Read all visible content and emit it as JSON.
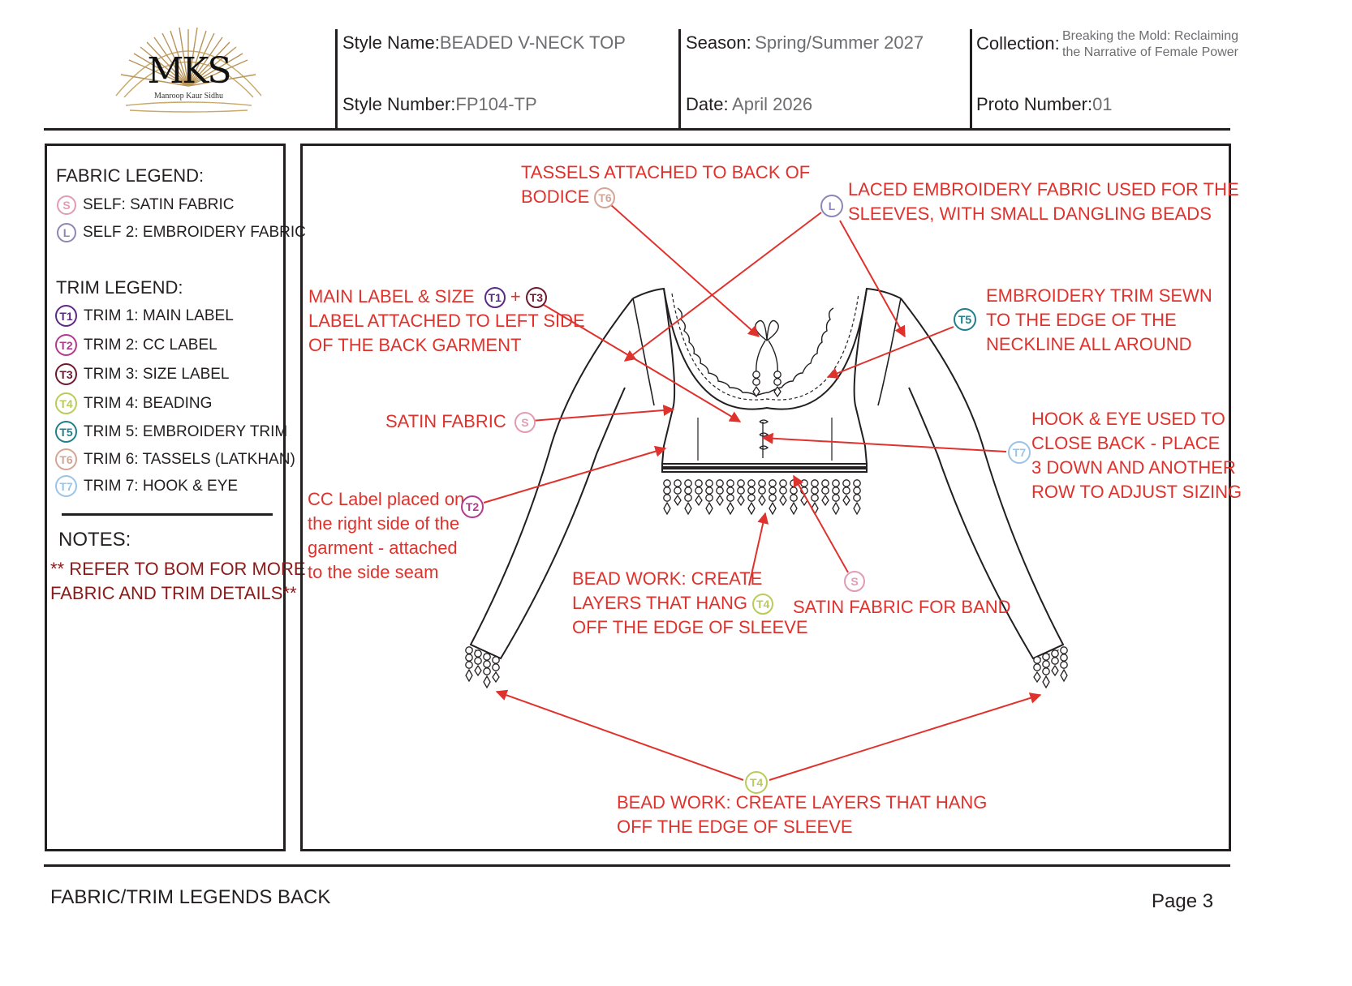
{
  "logo": {
    "monogram": "MKS",
    "name": "Manroop Kaur Sidhu"
  },
  "header": {
    "style_name_label": "Style Name:",
    "style_name_value": "BEADED V-NECK TOP",
    "style_number_label": "Style Number:",
    "style_number_value": "FP104-TP",
    "season_label": "Season:",
    "season_value": "Spring/Summer 2027",
    "date_label": "Date:",
    "date_value": "April 2026",
    "collection_label": "Collection:",
    "collection_value_1": "Breaking the Mold: Reclaiming",
    "collection_value_2": "the Narrative of Female Power",
    "proto_label": "Proto Number:",
    "proto_value": "01"
  },
  "legend": {
    "fabric_title": "FABRIC LEGEND:",
    "fabric_items": [
      {
        "code": "S",
        "label": "SELF: SATIN FABRIC",
        "color": "#e29bb4"
      },
      {
        "code": "L",
        "label": "SELF 2: EMBROIDERY FABRIC",
        "color": "#8c86b8"
      }
    ],
    "trim_title": "TRIM LEGEND:",
    "trim_items": [
      {
        "code": "T1",
        "label": "TRIM 1: MAIN LABEL",
        "color": "#5b2a86"
      },
      {
        "code": "T2",
        "label": "TRIM 2: CC LABEL",
        "color": "#b23a8e"
      },
      {
        "code": "T3",
        "label": "TRIM 3: SIZE LABEL",
        "color": "#6d1a2e"
      },
      {
        "code": "T4",
        "label": "TRIM 4: BEADING",
        "color": "#b8cc5a"
      },
      {
        "code": "T5",
        "label": "TRIM 5: EMBROIDERY TRIM",
        "color": "#1f7f8c"
      },
      {
        "code": "T6",
        "label": "TRIM 6: TASSELS (LATKHAN)",
        "color": "#d4a595"
      },
      {
        "code": "T7",
        "label": "TRIM 7: HOOK & EYE",
        "color": "#9cc3e6"
      }
    ],
    "notes_title": "NOTES:",
    "notes_line_1": "** REFER TO BOM FOR MORE",
    "notes_line_2": "FABRIC AND TRIM DETAILS**"
  },
  "callouts": {
    "tassels": [
      "TASSELS ATTACHED TO BACK OF",
      "BODICE"
    ],
    "laced": [
      "LACED EMBROIDERY FABRIC USED FOR THE",
      "SLEEVES, WITH SMALL DANGLING BEADS"
    ],
    "main_label": [
      "MAIN LABEL & SIZE",
      "+",
      "LABEL ATTACHED TO LEFT SIDE",
      "OF THE BACK GARMENT"
    ],
    "emb_trim": [
      "EMBROIDERY TRIM SEWN",
      "TO THE EDGE OF THE",
      "NECKLINE ALL AROUND"
    ],
    "satin": "SATIN FABRIC",
    "hook": [
      "HOOK & EYE USED TO",
      "CLOSE BACK - PLACE",
      "3 DOWN AND ANOTHER",
      "ROW TO ADJUST SIZING"
    ],
    "cc_label": [
      "CC Label placed on",
      "the right side of the",
      "garment - attached",
      "to the side seam"
    ],
    "bead_center": [
      "BEAD WORK: CREATE",
      "LAYERS THAT HANG",
      "OFF THE EDGE OF SLEEVE"
    ],
    "satin_band": "SATIN FABRIC FOR BAND",
    "bead_bottom": [
      "BEAD WORK: CREATE LAYERS THAT HANG",
      "OFF THE EDGE OF SLEEVE"
    ]
  },
  "badges": {
    "S": "S",
    "L": "L",
    "T1": "T1",
    "T2": "T2",
    "T3": "T3",
    "T4": "T4",
    "T5": "T5",
    "T6": "T6",
    "T7": "T7"
  },
  "footer": {
    "title": "FABRIC/TRIM LEGENDS BACK",
    "page": "Page 3"
  }
}
